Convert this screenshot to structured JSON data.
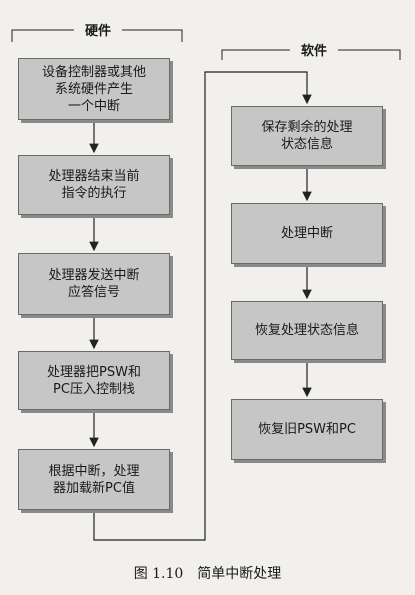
{
  "diagram": {
    "hardware_label": "硬件",
    "software_label": "软件",
    "hardware_steps": [
      "设备控制器或其他\n系统硬件产生\n一个中断",
      "处理器结束当前\n指令的执行",
      "处理器发送中断\n应答信号",
      "处理器把PSW和\nPC压入控制栈",
      "根据中断，处理\n器加载新PC值"
    ],
    "software_steps": [
      "保存剩余的处理\n状态信息",
      "处理中断",
      "恢复处理状态信息",
      "恢复旧PSW和PC"
    ],
    "caption": "图 1.10　简单中断处理"
  }
}
